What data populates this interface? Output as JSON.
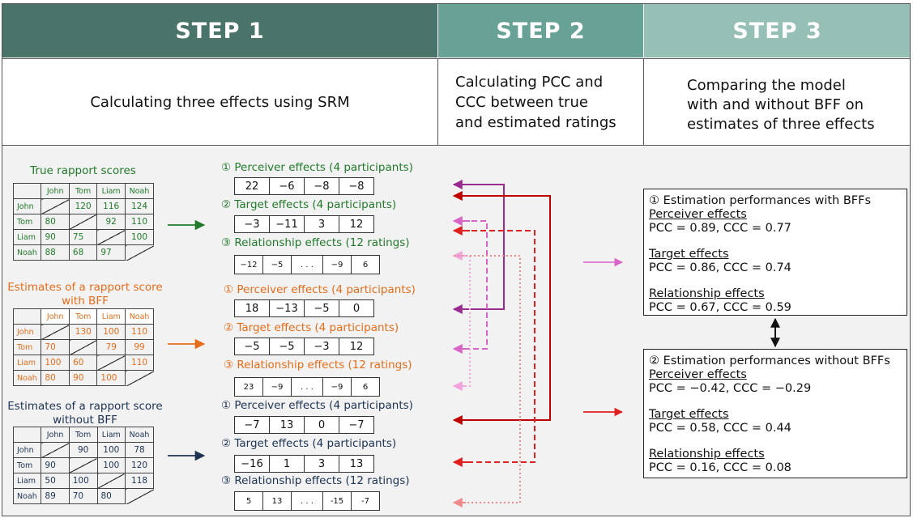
{
  "steps": [
    {
      "label": "STEP 1",
      "desc": "Calculating three effects using SRM",
      "color": "#4a7369"
    },
    {
      "label": "STEP 2",
      "desc": "Calculating PCC and\nCCC between true\nand estimated ratings",
      "color": "#68a296"
    },
    {
      "label": "STEP 3",
      "desc": "Comparing the model\nwith and without BFF on\nestimates of three effects",
      "color": "#96bfb5"
    }
  ],
  "groups": [
    {
      "title": "True rapport scores",
      "color": "#217a2b",
      "names": [
        "John",
        "Tom",
        "Liam",
        "Noah"
      ],
      "matrix": [
        [
          "",
          "120",
          "116",
          "124"
        ],
        [
          "80",
          "",
          "92",
          "110"
        ],
        [
          "90",
          "75",
          "",
          "100"
        ],
        [
          "88",
          "68",
          "97",
          ""
        ]
      ],
      "effects": [
        {
          "label": "① Perceiver effects (4 participants)",
          "values": [
            "22",
            "−6",
            "−8",
            "−8"
          ]
        },
        {
          "label": "② Target effects (4 participants)",
          "values": [
            "−3",
            "−11",
            "3",
            "12"
          ]
        },
        {
          "label": "③ Relationship effects (12 ratings)",
          "values": [
            "−12",
            "−5",
            ". . .",
            "−9",
            "6"
          ]
        }
      ]
    },
    {
      "title": "Estimates of a rapport score\nwith BFF",
      "color": "#e56d1a",
      "names": [
        "John",
        "Tom",
        "Liam",
        "Noah"
      ],
      "matrix": [
        [
          "",
          "130",
          "100",
          "110"
        ],
        [
          "70",
          "",
          "79",
          "99"
        ],
        [
          "100",
          "60",
          "",
          "110"
        ],
        [
          "80",
          "90",
          "100",
          ""
        ]
      ],
      "effects": [
        {
          "label": "① Perceiver effects (4 participants)",
          "values": [
            "18",
            "−13",
            "−5",
            "0"
          ]
        },
        {
          "label": "② Target effects (4 participants)",
          "values": [
            "−5",
            "−5",
            "−3",
            "12"
          ]
        },
        {
          "label": "③ Relationship effects (12 ratings)",
          "values": [
            "23",
            "−9",
            ". . .",
            "−9",
            "6"
          ]
        }
      ]
    },
    {
      "title": "Estimates of a rapport score\nwithout BFF",
      "color": "#1c3352",
      "names": [
        "John",
        "Tom",
        "Liam",
        "Noah"
      ],
      "matrix": [
        [
          "",
          "90",
          "100",
          "78"
        ],
        [
          "90",
          "",
          "100",
          "120"
        ],
        [
          "50",
          "100",
          "",
          "118"
        ],
        [
          "89",
          "70",
          "80",
          ""
        ]
      ],
      "effects": [
        {
          "label": "① Perceiver effects (4 participants)",
          "values": [
            "−7",
            "13",
            "0",
            "−7"
          ]
        },
        {
          "label": "② Target effects (4 participants)",
          "values": [
            "−16",
            "1",
            "3",
            "13"
          ]
        },
        {
          "label": "③ Relationship effects (12 ratings)",
          "values": [
            "5",
            "13",
            ". . .",
            "-15",
            "-7"
          ]
        }
      ]
    }
  ],
  "results": [
    {
      "title": "① Estimation performances with BFFs",
      "items": [
        {
          "name": "Perceiver effects",
          "value": "PCC = 0.89, CCC = 0.77"
        },
        {
          "name": "Target effects",
          "value": "PCC = 0.86, CCC = 0.74"
        },
        {
          "name": "Relationship effects",
          "value": "PCC = 0.67, CCC = 0.59"
        }
      ]
    },
    {
      "title": "② Estimation performances without BFFs",
      "items": [
        {
          "name": "Perceiver effects",
          "value": "PCC = −0.42, CCC = −0.29"
        },
        {
          "name": "Target effects",
          "value": "PCC = 0.58, CCC = 0.44"
        },
        {
          "name": "Relationship effects",
          "value": "PCC = 0.16, CCC = 0.08"
        }
      ]
    }
  ],
  "connector_colors": {
    "perceiver": "#9b2c8f",
    "perceiver_without": "#c00000",
    "target": "#d964c7",
    "target_without": "#e02020",
    "relationship": "#f0a3dc",
    "relationship_without": "#f08a8a",
    "to_with": "#e070d0",
    "to_without": "#e02020"
  }
}
